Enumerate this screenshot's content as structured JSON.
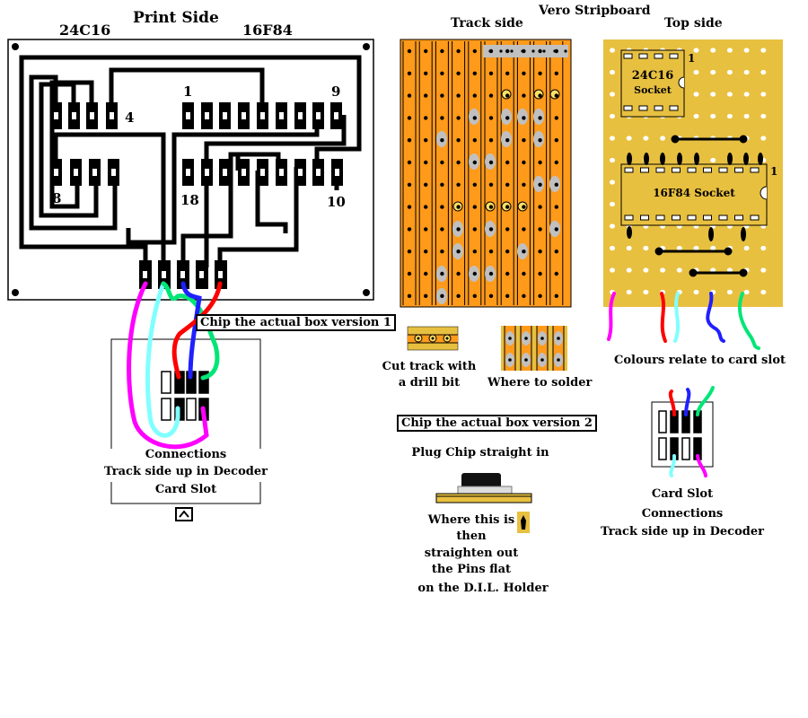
{
  "header": {
    "print_side_title": "Print Side",
    "left_chip_label": "24C16",
    "right_chip_label": "16F84",
    "board_title": "Vero Stripboard",
    "track_side_label": "Track side",
    "top_side_label": "Top side"
  },
  "pcb": {
    "pin_labels": {
      "p1": "1",
      "p9": "9",
      "p4": "4",
      "p8": "8",
      "p18": "18",
      "p10": "10"
    }
  },
  "box_version_1": {
    "title": "Chip the actual box version 1",
    "caption_line1": "Connections",
    "caption_line2": "Track side up in Decoder",
    "caption_line3": "Card Slot"
  },
  "stripboard": {
    "cut_caption_line1": "Cut track with",
    "cut_caption_line2": "a drill bit",
    "solder_caption": "Where to solder"
  },
  "top_side": {
    "socket_24c16_line1": "24C16",
    "socket_24c16_line2": "Socket",
    "socket_16f84": "16F84 Socket",
    "pin1_label_a": "1",
    "pin1_label_b": "1",
    "colours_caption": "Colours relate to card slot"
  },
  "box_version_2": {
    "title": "Chip the actual box version 2",
    "subtitle": "Plug Chip straight in",
    "instr_line1": "Where this is",
    "instr_line2": "then",
    "instr_line3": "straighten out",
    "instr_line4": "the Pins flat",
    "instr_line5": "on the D.I.L. Holder"
  },
  "card_slot_right": {
    "line1": "Card Slot",
    "line2": "Connections",
    "line3": "Track side up in Decoder"
  },
  "colors": {
    "wire_magenta": "#ff00ff",
    "wire_cyan": "#80ffff",
    "wire_green": "#00e676",
    "wire_blue": "#2020ff",
    "wire_red": "#ff0000",
    "strip_orange": "#ff9a1a",
    "board_tan": "#e8c040",
    "pad_grey": "#c0c0c0"
  }
}
